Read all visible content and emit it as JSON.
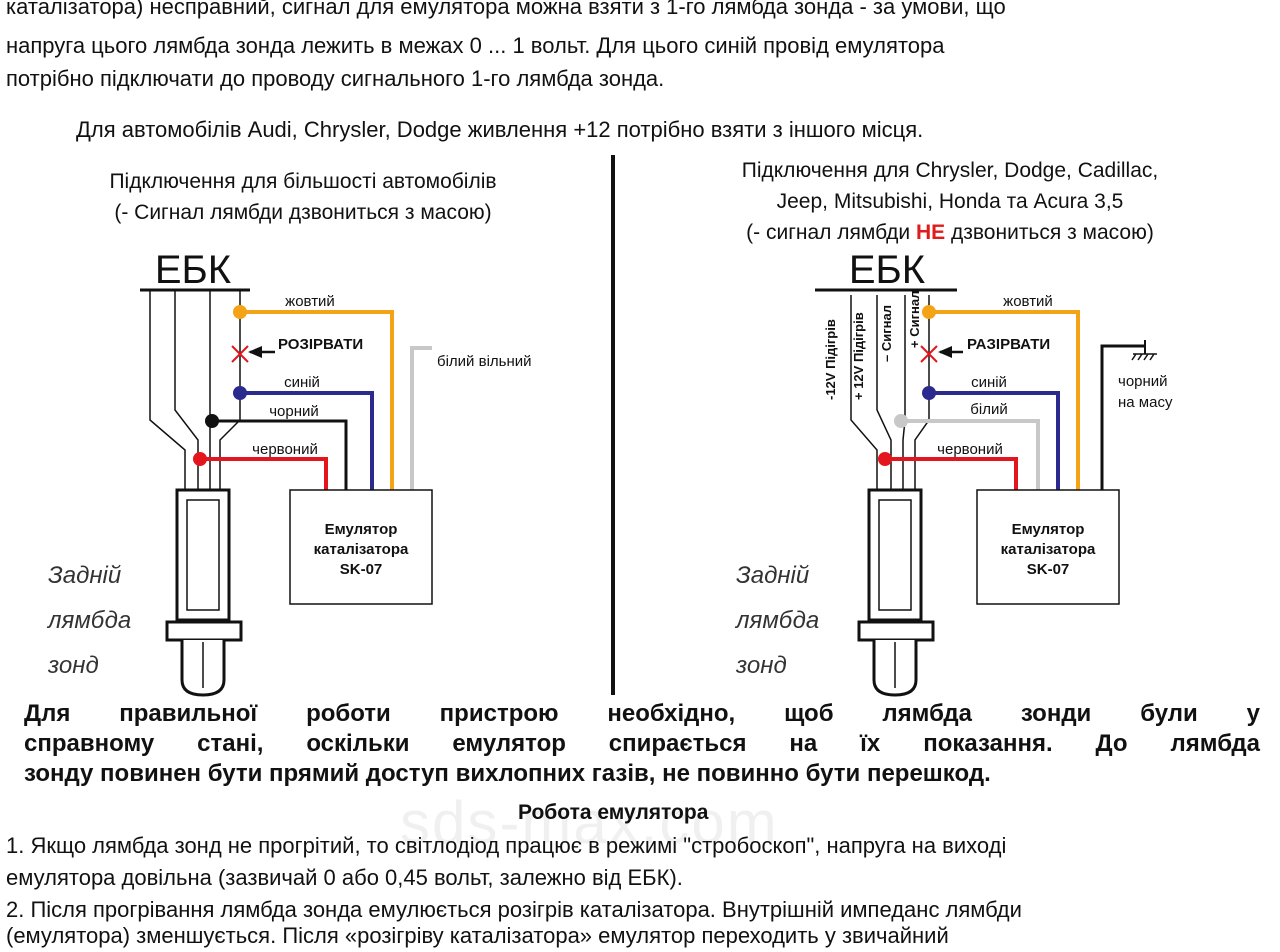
{
  "intro": {
    "line1": "каталізатора) несправний, сигнал для емулятора можна взяти з 1-го лямбда зонда - за умови, що",
    "line2": "напруга цього лямбда зонда лежить в межах 0 ... 1 вольт. Для цього синій провід емулятора",
    "line3": "потрібно підключати до проводу сигнального 1-го лямбда зонда."
  },
  "power_note": "Для автомобілів Audi, Chrysler, Dodge живлення +12 потрібно взяти з іншого місця.",
  "left_diagram": {
    "title_line1": "Підключення для більшості автомобілів",
    "title_line2": "(- Сигнал лямбди дзвониться з масою)",
    "ecu": "ЕБК",
    "wire_yellow": "жовтий",
    "cut": "РОЗІРВАТИ",
    "wire_white_free": "білий вільний",
    "wire_blue": "синій",
    "wire_black": "чорний",
    "wire_red": "червоний",
    "emulator_line1": "Емулятор",
    "emulator_line2": "каталізатора",
    "emulator_line3": "SK-07",
    "sensor_line1": "Задній",
    "sensor_line2": "лямбда",
    "sensor_line3": "зонд"
  },
  "right_diagram": {
    "title_line1": "Підключення для Chrysler, Dodge, Cadillac,",
    "title_line2": "Jeep, Mitsubishi, Honda та Acura 3,5",
    "title_line3_pre": "(- сигнал лямбди ",
    "title_line3_not": "НЕ",
    "title_line3_post": " дзвониться з масою)",
    "ecu": "ЕБК",
    "pin1": "-12V Підігрів",
    "pin2": "+ 12V Підігрів",
    "pin3": "– Сигнал",
    "pin4": "+ Сигнал",
    "wire_yellow": "жовтий",
    "cut": "РАЗІРВАТИ",
    "wire_blue": "синій",
    "wire_white": "білий",
    "wire_red": "червоний",
    "black_ground_line1": "чорний",
    "black_ground_line2": "на масу",
    "emulator_line1": "Емулятор",
    "emulator_line2": "каталізатора",
    "emulator_line3": "SK-07",
    "sensor_line1": "Задній",
    "sensor_line2": "лямбда",
    "sensor_line3": "зонд"
  },
  "warning": {
    "line1": "Для правильної роботи пристрою необхідно, щоб лямбда зонди були у",
    "line2": "справному стані, оскільки емулятор спирається на їх показання. До лямбда",
    "line3": "зонду повинен бути прямий доступ вихлопних газів, не повинно бути перешкод."
  },
  "section_title": "Робота емулятора",
  "list": {
    "item1_line1": "1. Якщо лямбда зонд не прогрітий, то світлодіод працює в режимі \"стробоскоп\", напруга на виході",
    "item1_line2": "емулятора довільна (зазвичай 0 або 0,45 вольт, залежно від ЕБК).",
    "item2_line1": "2. Після прогрівання лямбда зонда емулюється розігрів каталізатора. Внутрішній импеданс лямбди",
    "item2_line2": "(емулятора) зменшується. Після «розігріву каталізатора» емулятор переходить у звичайний"
  },
  "watermark": "sds-max.com",
  "colors": {
    "yellow": "#f5a316",
    "blue": "#2b2a8f",
    "red": "#e4161d",
    "black": "#111111",
    "gray": "#c8c8c8"
  }
}
